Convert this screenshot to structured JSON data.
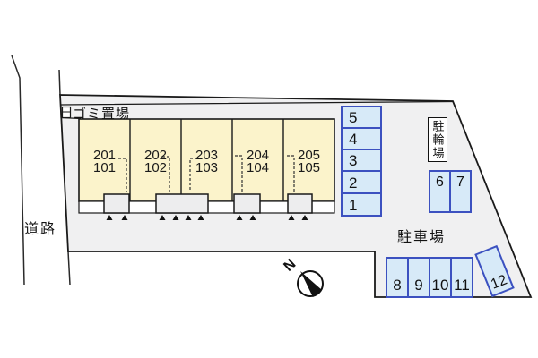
{
  "diagram": {
    "trash_area_label": "ゴミ置場",
    "road_label": "道路",
    "bike_parking_label": "駐輪場",
    "car_parking_label": "駐車場",
    "north_label": "N"
  },
  "building": {
    "units": [
      {
        "upper": "201",
        "lower": "101"
      },
      {
        "upper": "202",
        "lower": "102"
      },
      {
        "upper": "203",
        "lower": "103"
      },
      {
        "upper": "204",
        "lower": "104"
      },
      {
        "upper": "205",
        "lower": "105"
      }
    ]
  },
  "parking": {
    "side_column_spaces": [
      "5",
      "4",
      "3",
      "2",
      "1"
    ],
    "bike_spaces": [
      "6",
      "7"
    ],
    "bottom_row_spaces": [
      "8",
      "9",
      "10",
      "11"
    ],
    "tilted_space": "12"
  },
  "colors": {
    "site_fill": "#f0f0f1",
    "building_fill": "#fbf3cb",
    "parking_fill": "#d7eaf8",
    "parking_border": "#3c51c0",
    "outline": "#1a1a1a"
  }
}
